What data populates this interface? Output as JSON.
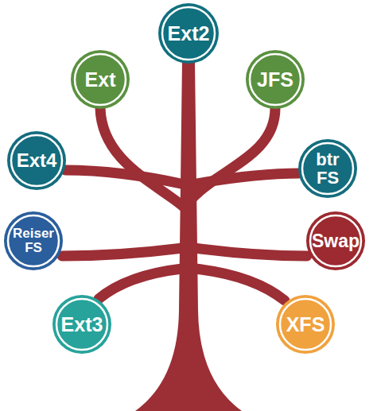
{
  "diagram": {
    "nodes": [
      {
        "text": [
          "Ext2"
        ]
      },
      {
        "text": [
          "Ext"
        ]
      },
      {
        "text": [
          "JFS"
        ]
      },
      {
        "text": [
          "Ext4"
        ]
      },
      {
        "text": [
          "btr FS"
        ]
      },
      {
        "text": [
          "Reiser FS"
        ]
      },
      {
        "text": [
          "Swap"
        ]
      },
      {
        "text": [
          "Ext3"
        ]
      },
      {
        "text": [
          "XFS"
        ]
      }
    ]
  }
}
